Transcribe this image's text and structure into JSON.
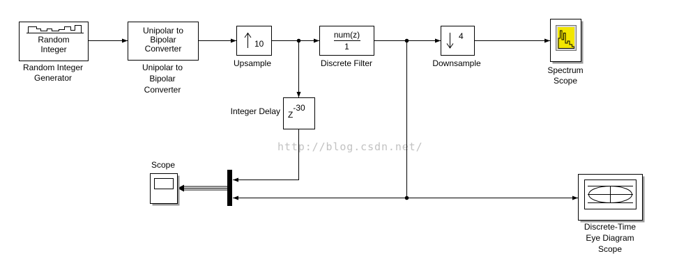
{
  "watermark": {
    "text": "http://blog.csdn.net/"
  },
  "colors": {
    "spectrum_fill": "#f2e600",
    "watermark": "#c2c2c2"
  },
  "blocks": {
    "random_integer": {
      "icon": "random-integer-waveform-icon",
      "icon_lines": [
        "Random",
        "Integer"
      ],
      "label_lines": [
        "Random Integer",
        "Generator"
      ]
    },
    "unipolar_to_bipolar": {
      "icon_lines": [
        "Unipolar to",
        "Bipolar",
        "Converter"
      ],
      "label_lines": [
        "Unipolar to",
        "Bipolar",
        "Converter"
      ]
    },
    "upsample": {
      "icon": "up-arrow-icon",
      "factor": "10",
      "label": "Upsample"
    },
    "discrete_filter": {
      "numerator": "num(z)",
      "denominator": "1",
      "label": "Discrete Filter"
    },
    "downsample": {
      "icon": "down-arrow-icon",
      "factor": "4",
      "label": "Downsample"
    },
    "spectrum_scope": {
      "icon": "spectrum-icon",
      "label_lines": [
        "Spectrum",
        "Scope"
      ]
    },
    "integer_delay": {
      "base": "Z",
      "exponent": "-30",
      "label": "Integer Delay"
    },
    "mux": {
      "icon": "mux-bar-icon"
    },
    "scope": {
      "icon": "scope-screen-icon",
      "label": "Scope"
    },
    "eye_diagram_scope": {
      "icon": "eye-diagram-icon",
      "label_lines": [
        "Discrete-Time",
        "Eye Diagram",
        "Scope"
      ]
    }
  }
}
